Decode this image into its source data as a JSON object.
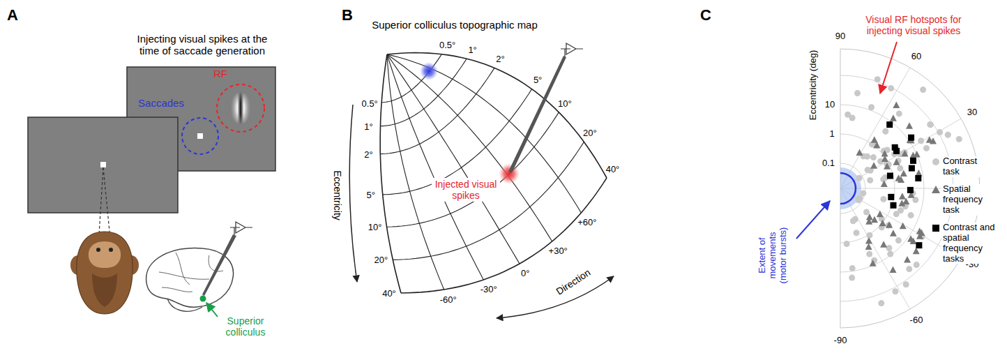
{
  "diagram": {
    "labels": [
      "A",
      "Injecting visual spikes at the time of saccade generation",
      "RF",
      "Saccades",
      "Superior colliculus",
      "B",
      "Superior colliculus topographic map",
      "0.5°",
      "1°",
      "2°",
      "5°",
      "10°",
      "20°",
      "40°",
      "0.5°",
      "1°",
      "2°",
      "5°",
      "10°",
      "20°",
      "40°",
      "+60°",
      "+30°",
      "0°",
      "-30°",
      "-60°",
      "Eccentricity",
      "Direction",
      "Injected visual spikes",
      "C",
      "90",
      "60",
      "30",
      "0",
      "-30",
      "-60",
      "-90",
      "Eccentricity (deg)",
      "10",
      "1",
      "0.1",
      "Visual RF hotspots for injecting visual spikes",
      "Extent of movements (motor bursts)"
    ],
    "legend": [
      {
        "text": "Contrast task"
      },
      {
        "text": "Spatial frequency task"
      },
      {
        "text": "Contrast and spatial frequency tasks"
      }
    ]
  }
}
